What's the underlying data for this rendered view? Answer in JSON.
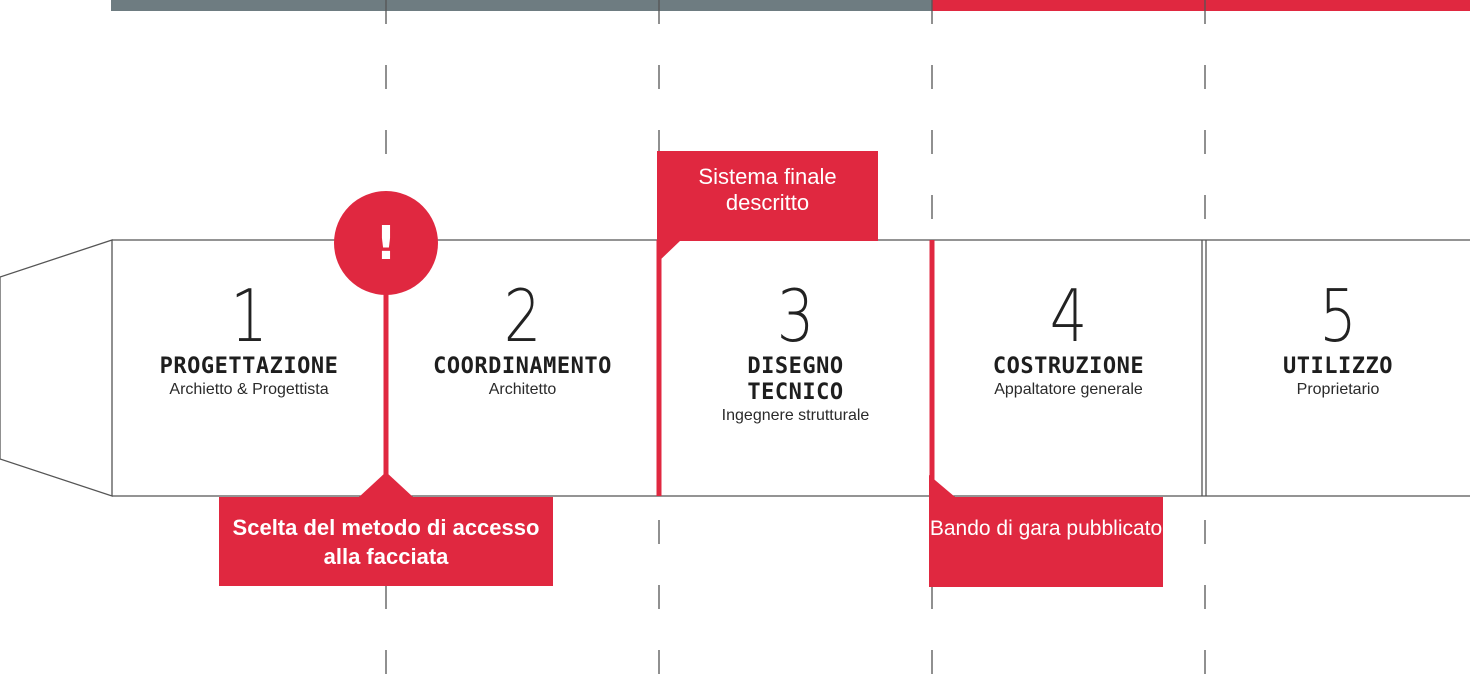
{
  "stages": [
    {
      "number": "1",
      "title": "PROGETTAZIONE",
      "role": "Archietto & Progettista"
    },
    {
      "number": "2",
      "title": "COORDINAMENTO",
      "role": "Architetto"
    },
    {
      "number": "3",
      "title": "DISEGNO TECNICO",
      "role": "Ingegnere strutturale"
    },
    {
      "number": "4",
      "title": "COSTRUZIONE",
      "role": "Appaltatore generale"
    },
    {
      "number": "5",
      "title": "UTILIZZO",
      "role": "Proprietario"
    }
  ],
  "milestones": {
    "top": "Sistema finale descritto",
    "bottom_left": "Scelta del metodo di accesso alla facciata",
    "bottom_right": "Bando di gara pubblicato"
  },
  "alert_icon": {
    "icon": "exclamation-icon",
    "glyph": "!"
  },
  "colors": {
    "accent": "#e02840",
    "progress_grey": "#6e7c81",
    "lines": "#555555"
  }
}
